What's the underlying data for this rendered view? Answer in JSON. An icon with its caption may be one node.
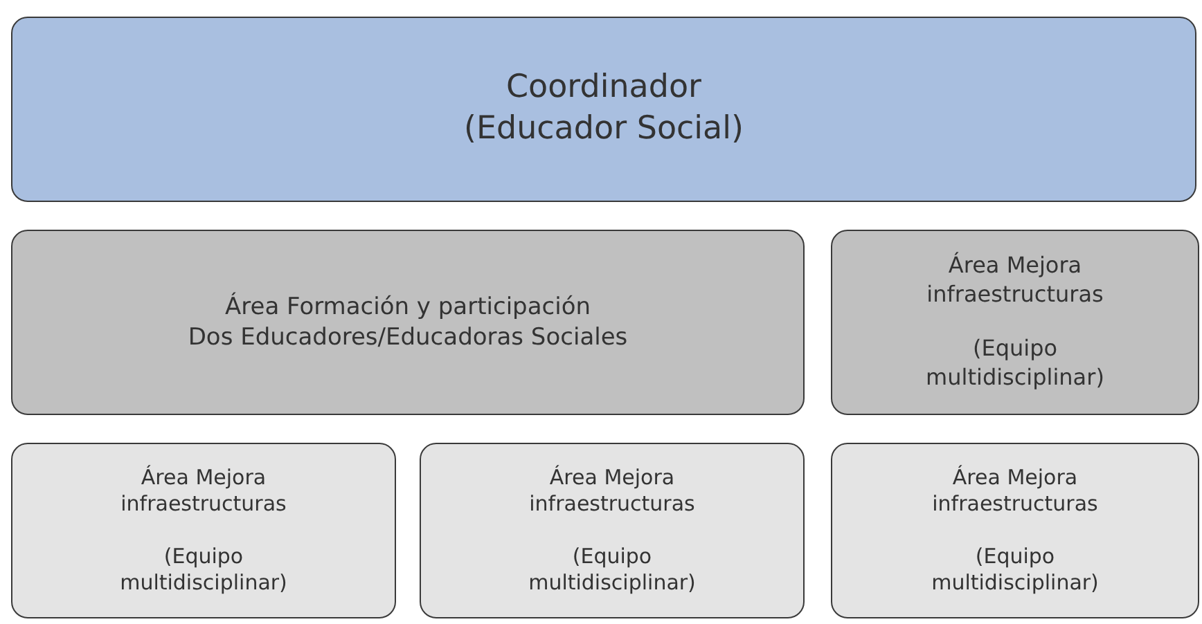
{
  "diagram": {
    "nodes": [
      {
        "text": [
          "Coordinador",
          "(Educador Social)"
        ]
      },
      {
        "text": [
          "Área Formación y participación",
          "Dos Educadores/Educadoras Sociales"
        ]
      },
      {
        "text": [
          "Área Mejora infraestructuras",
          "(Equipo multidisciplinar)"
        ]
      },
      {
        "text": [
          "Área Mejora infraestructuras",
          "(Equipo multidisciplinar)"
        ]
      },
      {
        "text": [
          "Área Mejora infraestructuras",
          "(Equipo multidisciplinar)"
        ]
      },
      {
        "text": [
          "Área Mejora infraestructuras",
          "(Equipo multidisciplinar)"
        ]
      }
    ],
    "edges": []
  }
}
